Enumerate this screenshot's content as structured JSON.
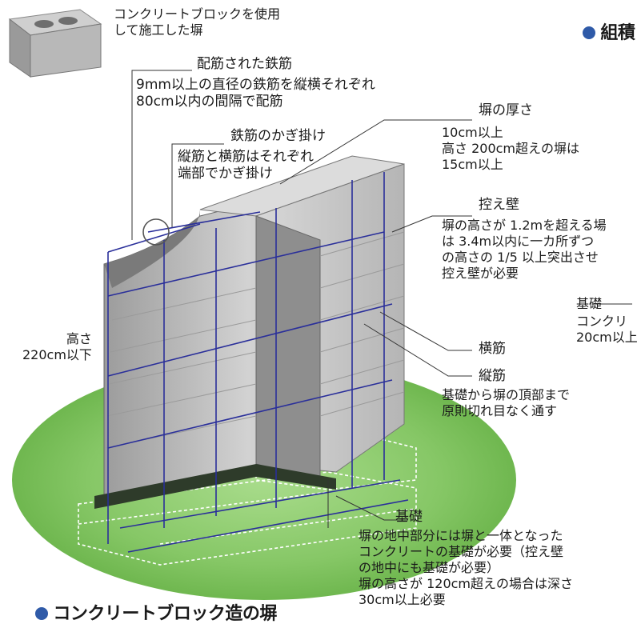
{
  "labels": {
    "block_caption": "コンクリートブロックを使用\nして施工した塀",
    "rebar_title": "配筋された鉄筋",
    "rebar_desc": "9mm以上の直径の鉄筋を縦横それぞれ\n80cm以内の間隔で配筋",
    "hook_title": "鉄筋のかぎ掛け",
    "hook_desc": "縦筋と横筋はそれぞれ\n端部でかぎ掛け",
    "thickness_title": "塀の厚さ",
    "thickness_desc": "10cm以上\n高さ 200cm超えの塀は\n15cm以上",
    "buttress_title": "控え壁",
    "buttress_desc": "塀の高さが 1.2mを超える場\nは 3.4m以内に一カ所ずつ\nの高さの 1/5 以上突出させ\n控え壁が必要",
    "foundation_side_title": "基礎",
    "foundation_side_desc": "コンクリ\n20cm以上",
    "horizontal_rebar": "横筋",
    "vertical_rebar_title": "縦筋",
    "vertical_rebar_desc": "基礎から塀の頂部まで\n原則切れ目なく通す",
    "height_label": "高さ\n220cm以下",
    "foundation_title": "基礎",
    "foundation_desc": "塀の地中部分には塀と一体となった\nコンクリートの基礎が必要（控え壁\nの地中にも基礎が必要）\n塀の高さが 120cm超えの場合は深さ\n30cm以上必要",
    "heading_bottom": "コンクリートブロック造の塀",
    "heading_right": "組積"
  },
  "colors": {
    "accent_dot": "#2f5aa8",
    "rebar": "#2a2f9a",
    "ground": "#7cc35a",
    "block_face": "#c9c9c9",
    "block_shadow": "#8f8f8f"
  }
}
